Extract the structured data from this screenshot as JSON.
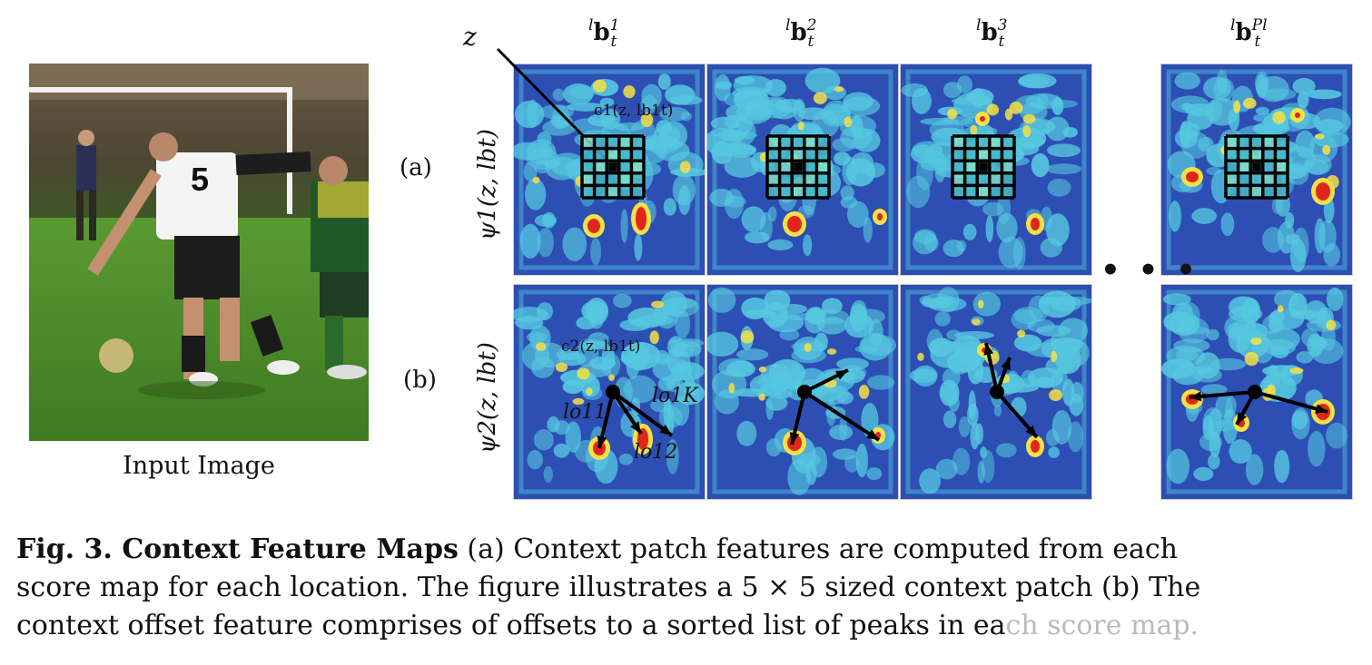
{
  "figure": {
    "input_caption": "Input Image",
    "z_label": "z",
    "row_a_tag": "(a)",
    "row_b_tag": "(b)",
    "row_a_axis": "ψ1(z, lbt)",
    "row_b_axis": "ψ2(z, lbt)",
    "column_headers": [
      {
        "pre": "l",
        "base": "b",
        "sup": "1",
        "sub": "t"
      },
      {
        "pre": "l",
        "base": "b",
        "sup": "2",
        "sub": "t"
      },
      {
        "pre": "l",
        "base": "b",
        "sup": "3",
        "sub": "t"
      },
      {
        "pre": "l",
        "base": "b",
        "sup": "Pl",
        "sub": "t"
      }
    ],
    "ellipsis": "• • •",
    "c1_label": "c1(z, lb1t)",
    "c2_label": "c2(z, lb1t)",
    "o1_label": "lo11",
    "oK_label": "lo1K",
    "o2_label": "lo12",
    "jersey_number": "5"
  },
  "caption": {
    "lead": "Fig. 3. Context Feature Maps",
    "body_line1": " (a) Context patch features are computed from each",
    "body_line2": "score map for each location. The figure illustrates a 5 × 5 sized context patch (b) The",
    "body_line3": "context offset feature comprises of offsets to a sorted list of peaks in ea",
    "body_line3_faded": "ch score map."
  },
  "colors": {
    "heat_bg": "#2d4fb3",
    "heat_mid": "#56c8e0",
    "heat_hi": "#f5e045",
    "heat_peak": "#e0261a",
    "grass": "#4e8a2b"
  }
}
